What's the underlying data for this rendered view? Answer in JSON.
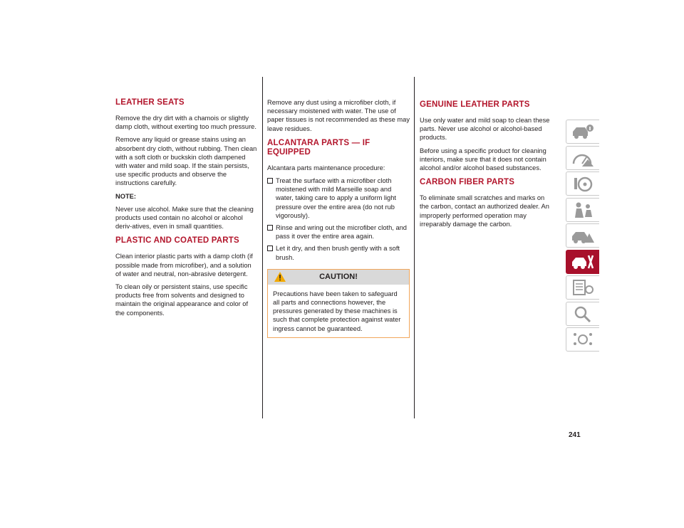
{
  "page_number": "241",
  "col1": {
    "leather_seats": {
      "heading": "Leather Seats",
      "p1": "Remove the dry dirt with a chamois or slightly damp cloth, without exerting too much pressure.",
      "p2": "Remove any liquid or grease stains using an absorbent dry cloth, without rubbing. Then clean with a soft cloth or buckskin cloth dampened with water and mild soap. If the stain persists, use specific products and observe the instructions carefully."
    },
    "note": {
      "title": "NOTE:",
      "text": "Never use alcohol. Make sure that the cleaning products used contain no alcohol or alcohol deriv-atives, even in small quantities."
    },
    "plastic": {
      "heading": "Plastic And Coated Parts",
      "p1": "Clean interior plastic parts with a damp cloth (if possible made from microfiber), and a solution of water and neutral, non-abrasive detergent.",
      "p2": "To clean oily or persistent stains, use specific products free from solvents and designed to maintain the original appearance and color of the components."
    }
  },
  "col2": {
    "intro": "Remove any dust using a microfiber cloth, if necessary moistened with water. The use of paper tissues is not recommended as these may leave residues.",
    "alcantara": {
      "heading": "Alcantara Parts — If Equipped",
      "intro": "Alcantara parts maintenance procedure:",
      "bullets": [
        "Treat the surface with a microfiber cloth moistened with mild Marseille soap and water, taking care to apply a uniform light pressure over the entire area (do not rub vigorously).",
        "Rinse and wring out the microfiber cloth, and pass it over the entire area again.",
        "Let it dry, and then brush gently with a soft brush."
      ]
    },
    "caution": {
      "title": "CAUTION!",
      "text": "Precautions have been taken to safeguard all parts and connections however, the pressures generated by these machines is such that complete protection against water ingress cannot be guaranteed."
    }
  },
  "col3": {
    "genuine": {
      "heading": "Genuine Leather Parts",
      "p1": "Use only water and mild soap to clean these parts. Never use alcohol or alcohol-based products.",
      "p2": "Before using a specific product for cleaning interiors, make sure that it does not contain alcohol and/or alcohol based substances."
    },
    "carbon": {
      "heading": "Carbon Fiber Parts",
      "p1": "To eliminate small scratches and marks on the carbon, contact an authorized dealer. An improperly performed operation may irreparably damage the carbon."
    }
  },
  "side_tabs": [
    {
      "icon": "car-info-icon",
      "active": false
    },
    {
      "icon": "dashboard-warning-icon",
      "active": false
    },
    {
      "icon": "steering-wheel-icon",
      "active": false
    },
    {
      "icon": "person-safety-icon",
      "active": false
    },
    {
      "icon": "car-warning-icon",
      "active": false
    },
    {
      "icon": "car-service-icon",
      "active": true
    },
    {
      "icon": "specifications-list-icon",
      "active": false
    },
    {
      "icon": "search-icon",
      "active": false
    },
    {
      "icon": "language-index-icon",
      "active": false
    }
  ],
  "colors": {
    "heading": "#b3162c",
    "active_tab": "#a8102b",
    "caution_border": "#f2a65a"
  }
}
